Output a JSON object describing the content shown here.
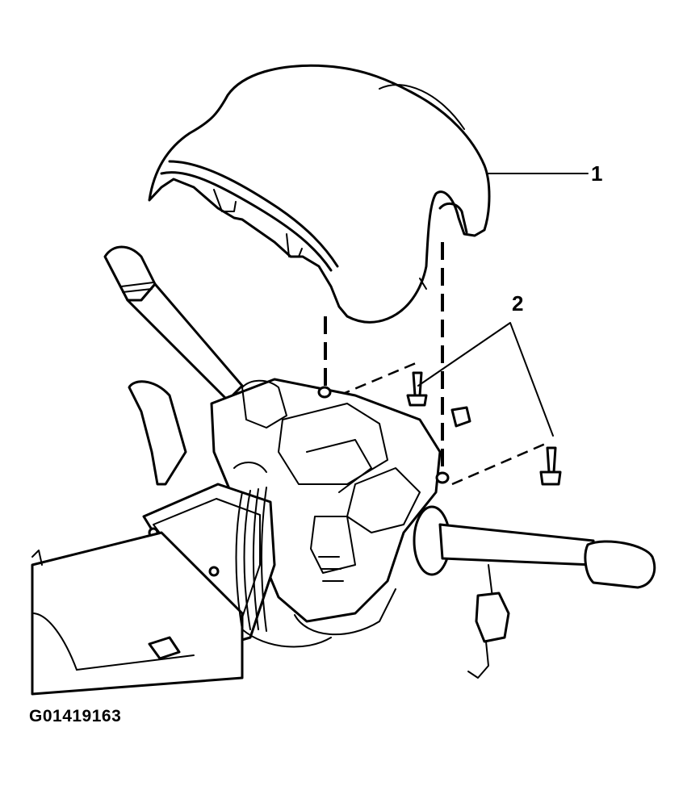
{
  "callouts": {
    "one": "1",
    "two": "2"
  },
  "figure_id": "G01419163"
}
